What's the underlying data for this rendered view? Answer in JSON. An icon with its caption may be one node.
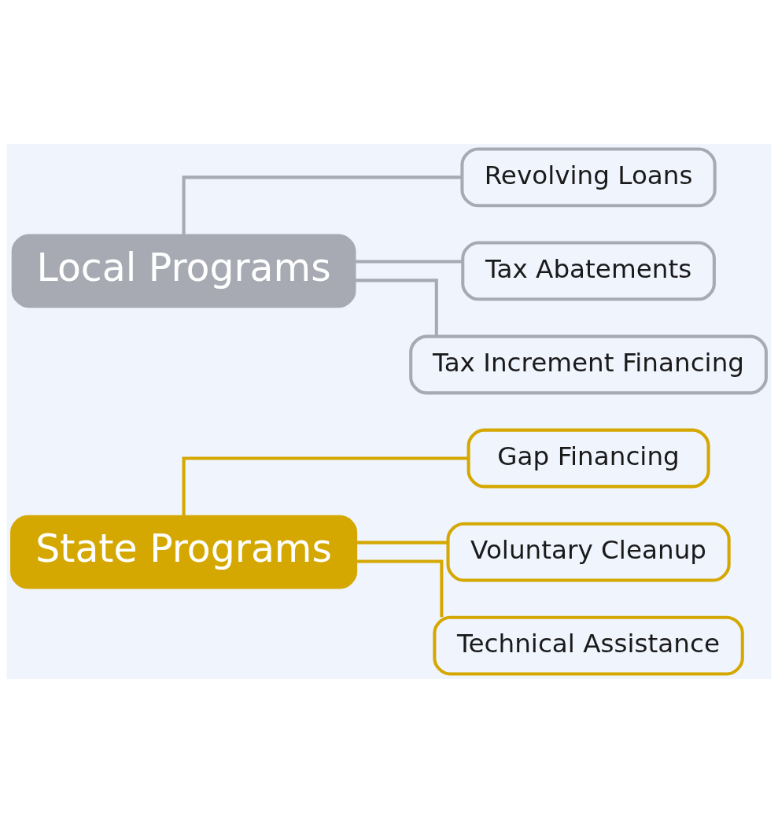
{
  "diagram": {
    "nodes": [
      {
        "text": [
          "State Programs"
        ]
      },
      {
        "text": [
          "Gap Financing"
        ]
      },
      {
        "text": [
          "Voluntary Cleanup"
        ]
      },
      {
        "text": [
          "Technical Assistance"
        ]
      },
      {
        "text": [
          "Local Programs"
        ]
      },
      {
        "text": [
          "Revolving Loans"
        ]
      },
      {
        "text": [
          "Tax Abatements"
        ]
      },
      {
        "text": [
          "Tax Increment Financing"
        ]
      }
    ],
    "edges": [
      {
        "from": 0,
        "to": 1,
        "arrow": "none",
        "color": "#d4a800"
      },
      {
        "from": 0,
        "to": 2,
        "arrow": "none",
        "color": "#d4a800"
      },
      {
        "from": 0,
        "to": 3,
        "arrow": "none",
        "color": "#d4a800"
      },
      {
        "from": 4,
        "to": 5,
        "arrow": "none",
        "color": "#a7aab2"
      },
      {
        "from": 4,
        "to": 6,
        "arrow": "none",
        "color": "#a7aab2"
      },
      {
        "from": 4,
        "to": 7,
        "arrow": "none",
        "color": "#a7aab2"
      }
    ]
  }
}
